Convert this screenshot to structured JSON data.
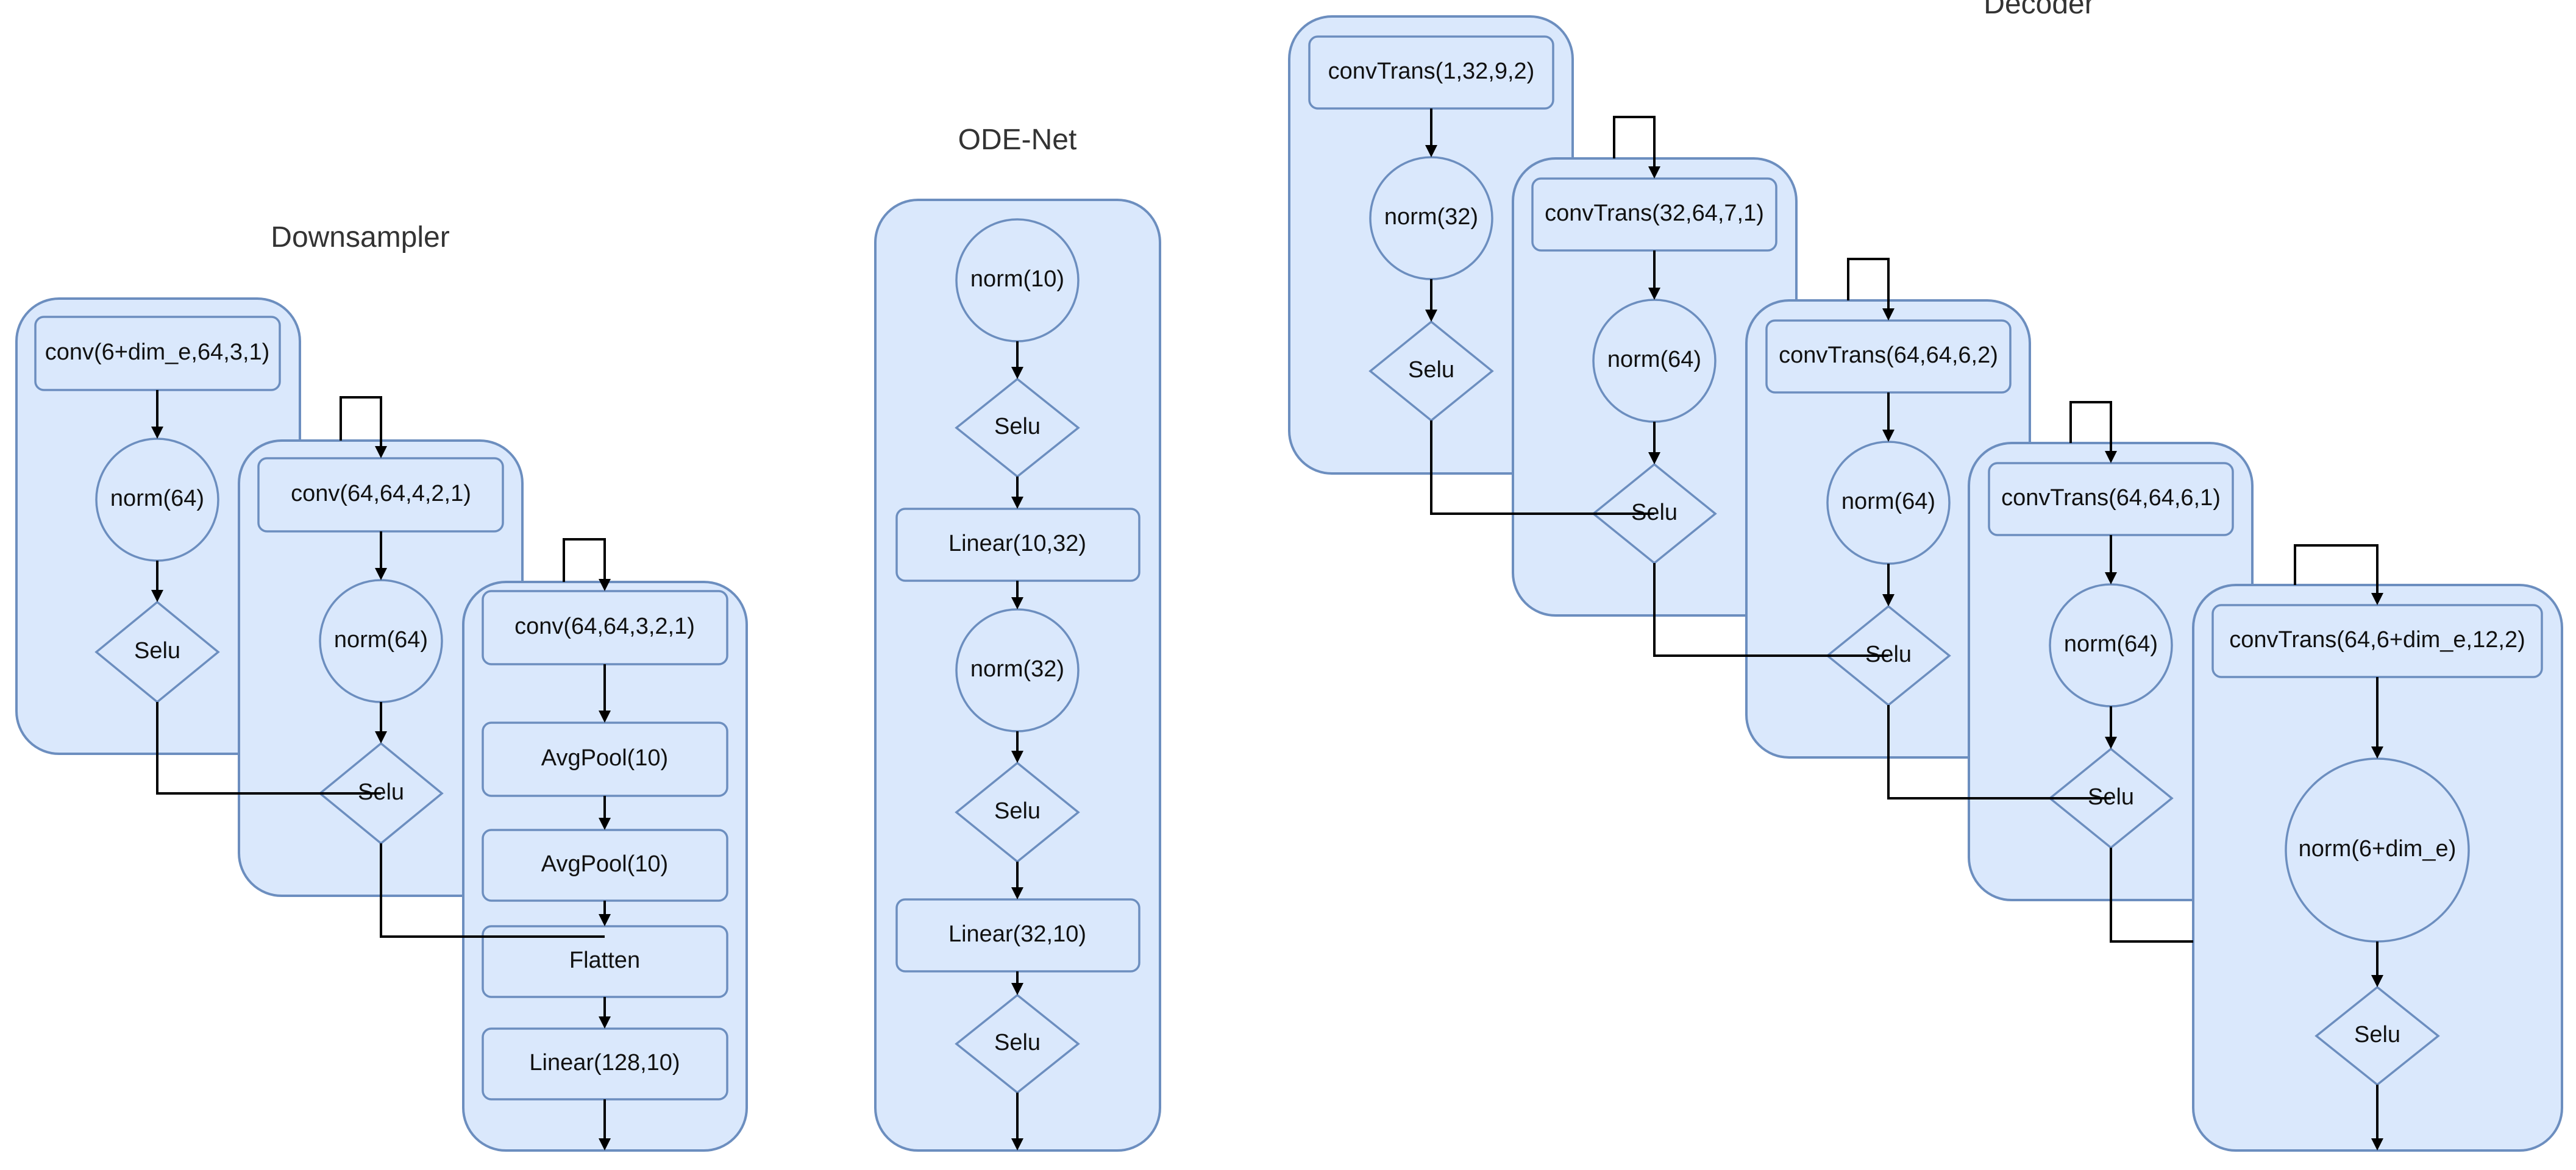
{
  "titles": {
    "downsampler": "Downsampler",
    "ode": "ODE-Net",
    "decoder": "Decoder"
  },
  "downsampler": {
    "b1": [
      "conv(6+dim_e,64,3,1)",
      "norm(64)",
      "Selu"
    ],
    "b2": [
      "conv(64,64,4,2,1)",
      "norm(64)",
      "Selu"
    ],
    "b3": [
      "conv(64,64,3,2,1)",
      "AvgPool(10)",
      "AvgPool(10)",
      "Flatten",
      "Linear(128,10)"
    ]
  },
  "ode": [
    "norm(10)",
    "Selu",
    "Linear(10,32)",
    "norm(32)",
    "Selu",
    "Linear(32,10)",
    "Selu"
  ],
  "decoder": {
    "b1": [
      "convTrans(1,32,9,2)",
      "norm(32)",
      "Selu"
    ],
    "b2": [
      "convTrans(32,64,7,1)",
      "norm(64)",
      "Selu"
    ],
    "b3": [
      "convTrans(64,64,6,2)",
      "norm(64)",
      "Selu"
    ],
    "b4": [
      "convTrans(64,64,6,1)",
      "norm(64)",
      "Selu"
    ],
    "b5": [
      "convTrans(64,6+dim_e,12,2)",
      "norm(6+dim_e)",
      "Selu"
    ]
  },
  "colors": {
    "fill": "#dae8fc",
    "stroke": "#6c8ebf",
    "edge": "#000000"
  }
}
